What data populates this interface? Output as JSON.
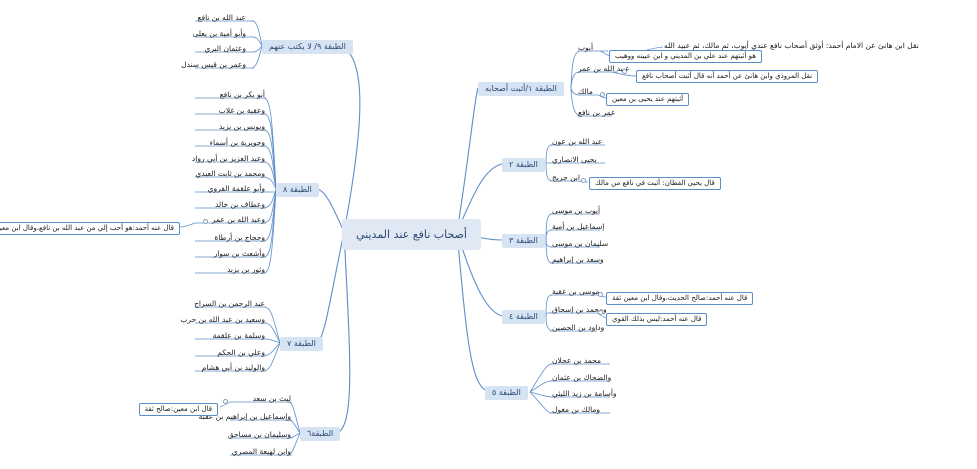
{
  "root": "أصحاب نافع عند المديني",
  "branches": {
    "t1": "الطبقة ١/أثبت أصحابه",
    "t2": "الطبقة ٢",
    "t3": "الطبقة ٣",
    "t4": "الطبقة ٤",
    "t6": "الطبقة ٥",
    "t6b": "الطبقة٦",
    "t7": "الطبقة ٧",
    "t8": "الطبقة ٨",
    "t9": "الطبقة ٩/ لا يكتب عنهم"
  },
  "t1": {
    "items": [
      "أيوب",
      "عبيد الله بن عمر",
      "مالك",
      "عمر بن نافع"
    ],
    "notes": {
      "ayyub": "هو أثبتهم عند علي بن المديني و ابن عيينه ووهيب",
      "ubaid": "نقل المروذي وابن هانئ عن أحمد أنه قال أثبت أصحاب نافع",
      "malik": "أثبتهم عند يحيى بن معين"
    },
    "outer": "نقل ابن هانئ عن الامام أحمد: أوثق أصحاب نافع عندي أيوب، ثم مالك، ثم عبيد الله"
  },
  "t2": {
    "items": [
      "عبد الله بن عون",
      "يحيى الانصاري",
      "ابن جريج"
    ],
    "note": "قال يحيى القطان: أثبت في نافع من مالك"
  },
  "t3": {
    "items": [
      "أيوب بن موسى",
      "إسماعيل بن أمية",
      "سليمان بن موسى",
      "وسعد بن إبراهيم"
    ]
  },
  "t4": {
    "items": [
      "موسى بن عقبة",
      "ومحمد بن إسحاق",
      "وداود بن الحصين"
    ],
    "notes": {
      "musa": "قال عنه أحمد:صالح الحديث،وقال ابن معين ثقة",
      "ishaq": "قال عنه أحمد:ليس بذلك القوي"
    }
  },
  "t6": {
    "items": [
      "محمد بن عجلان",
      "والضحاك بن عثمان",
      "وأسامة بن زيد الليثي",
      "ومالك بن مغول"
    ]
  },
  "t6b": {
    "items": [
      "ليث بن سعد",
      "وإسماعيل بن إبراهيم بن عقبة",
      "وسليمان بن مساحق",
      "وابن لهيعة المصري"
    ],
    "note": "قال ابن معين:صالح ثقة"
  },
  "t7": {
    "items": [
      "عبد الرحمن بن السراج",
      "وسعيد بن عبد الله بن حرب",
      "وسلمة بن علقمة",
      "وعلي بن الحكم",
      "والوليد بن أبي هشام"
    ]
  },
  "t8": {
    "items": [
      "أبو بكر بن نافع",
      "وعقبة بن غلاب",
      "ويونس بن يزيد",
      "وجويرية بن أسماء",
      "وعبد العزيز بن أبي رواد",
      "ومحمد بن ثابت العبدي",
      "وأبو علقمة الفروي",
      "وعطاف بن خالد",
      "وعبد الله بن عمر",
      "وحجاج بن أرطاة",
      "وأشعث بن سوار",
      "وثور بن يزيد"
    ],
    "note": "قال عنه أحمد:هو أحب إلي من عبد الله بن نافع،وقال ابن معين:صالح"
  },
  "t9": {
    "items": [
      "عبد الله بن نافع",
      "وأبو أمية بن يعلى",
      "وعثمان البري",
      "وعمر بن قيس سندل"
    ]
  }
}
